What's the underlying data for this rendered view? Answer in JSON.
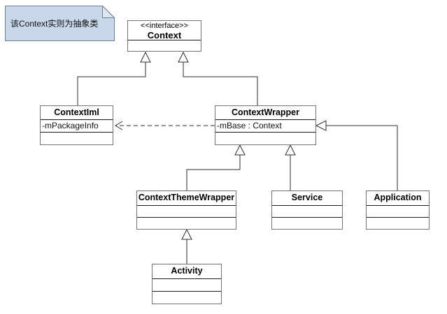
{
  "diagram": {
    "note": {
      "text": "该Context实则为抽象类"
    },
    "classes": {
      "context": {
        "stereotype": "<<interface>>",
        "name": "Context"
      },
      "contextIml": {
        "name": "ContextIml",
        "attributes": [
          "-mPackageInfo"
        ]
      },
      "contextWrapper": {
        "name": "ContextWrapper",
        "attributes": [
          "-mBase : Context"
        ]
      },
      "contextThemeWrapper": {
        "name": "ContextThemeWrapper"
      },
      "service": {
        "name": "Service"
      },
      "application": {
        "name": "Application"
      },
      "activity": {
        "name": "Activity"
      }
    },
    "relationships": [
      {
        "from": "ContextIml",
        "to": "Context",
        "type": "generalization"
      },
      {
        "from": "ContextWrapper",
        "to": "Context",
        "type": "generalization"
      },
      {
        "from": "ContextWrapper",
        "to": "ContextIml",
        "type": "dependency"
      },
      {
        "from": "ContextThemeWrapper",
        "to": "ContextWrapper",
        "type": "generalization"
      },
      {
        "from": "Service",
        "to": "ContextWrapper",
        "type": "generalization"
      },
      {
        "from": "Application",
        "to": "ContextWrapper",
        "type": "generalization"
      },
      {
        "from": "Activity",
        "to": "ContextThemeWrapper",
        "type": "generalization"
      }
    ],
    "colors": {
      "note_fill": "#c8d7e9",
      "note_fold": "#dde7f1",
      "note_border": "#6e7f91",
      "box_border": "#737373",
      "separator": "#1c1c1c",
      "line": "#2e2e2e",
      "background": "#ffffff",
      "text": "#000000"
    }
  }
}
